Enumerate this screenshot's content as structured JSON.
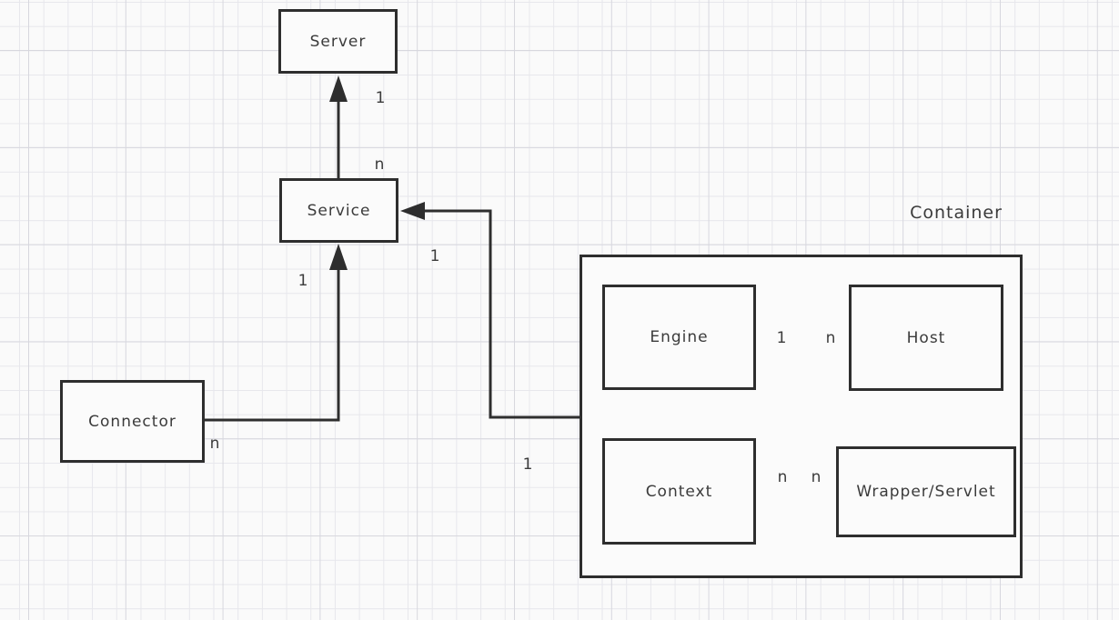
{
  "diagram": {
    "nodes": {
      "server": "Server",
      "service": "Service",
      "connector": "Connector",
      "engine": "Engine",
      "host": "Host",
      "context": "Context",
      "wrapper": "Wrapper/Servlet"
    },
    "container_label": "Container",
    "multiplicities": {
      "server_end": "1",
      "service_top": "n",
      "service_bottom": "1",
      "connector_end": "n",
      "service_right": "1",
      "container_end": "1",
      "engine_right": "1",
      "host_left": "n",
      "context_right": "n",
      "wrapper_left": "n"
    },
    "colors": {
      "stroke": "#2e2e2e",
      "node_fill": "#fbfbfb",
      "canvas_bg": "#fafafa",
      "grid_minor": "#e7e7ec",
      "grid_major": "#d7d7de",
      "text": "#3b3b3b"
    }
  }
}
